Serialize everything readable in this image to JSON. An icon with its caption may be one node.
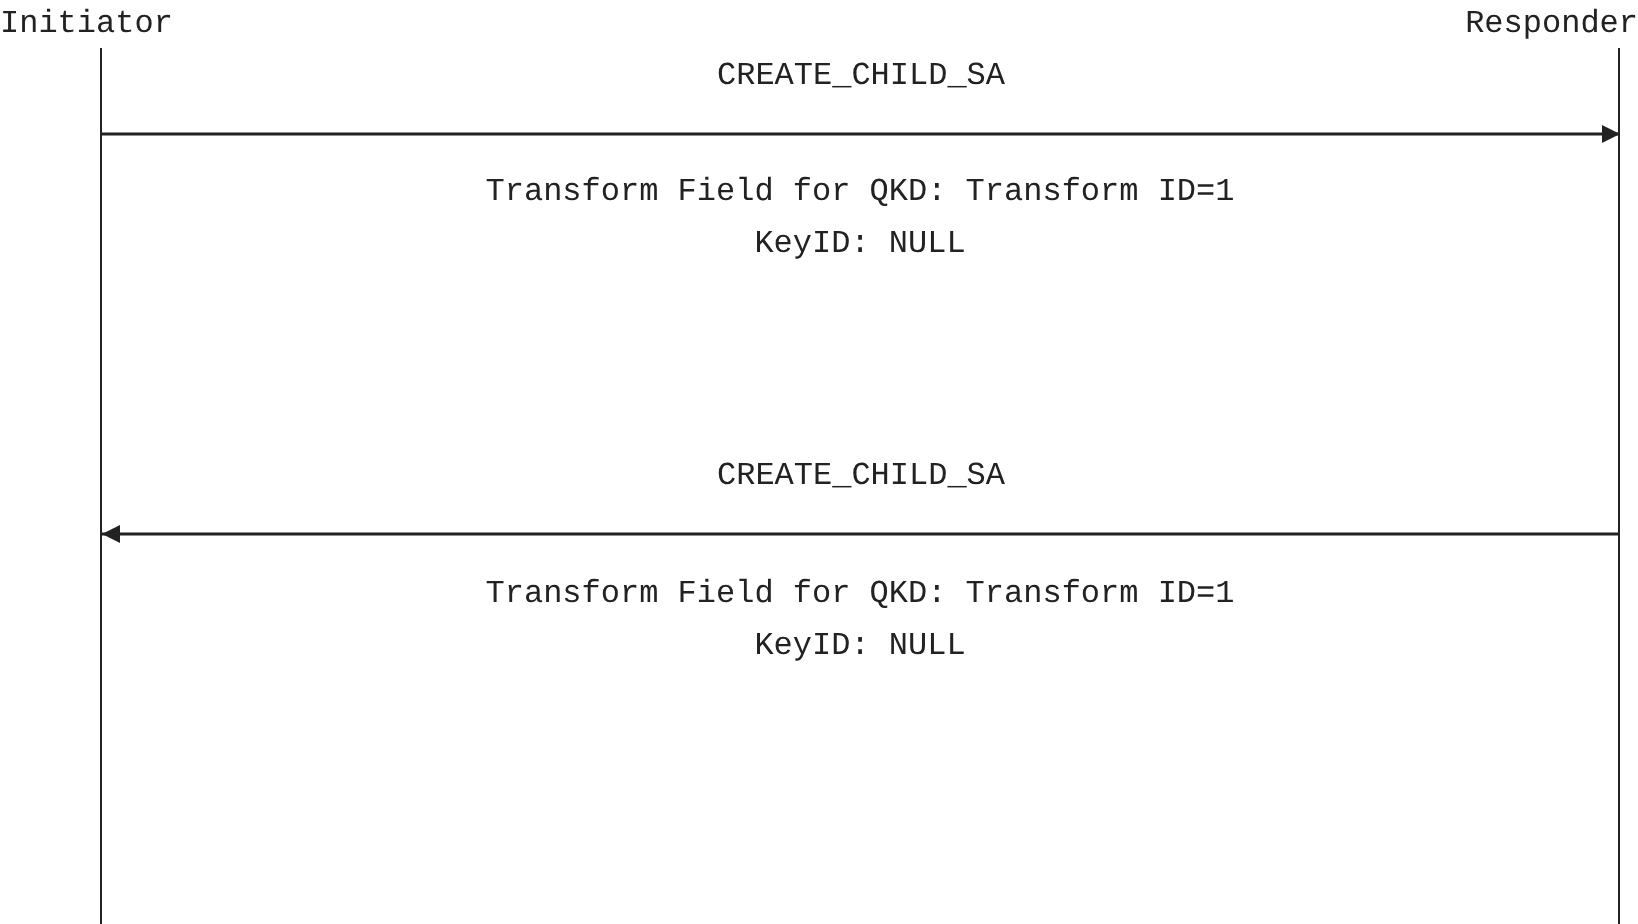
{
  "diagram": {
    "nodes": [
      {
        "text": [
          "Initiator"
        ]
      },
      {
        "text": [
          "Responder"
        ]
      }
    ],
    "edges": [
      {
        "from": 0,
        "to": 1,
        "arrow": "to",
        "label": "CREATE_CHILD_SA"
      },
      {
        "from": 1,
        "to": 0,
        "arrow": "to",
        "label": "CREATE_CHILD_SA"
      }
    ],
    "labels": [
      "Transform Field for QKD: Transform ID=1",
      "KeyID: NULL",
      "Transform Field for QKD: Transform ID=1",
      "KeyID: NULL"
    ]
  }
}
